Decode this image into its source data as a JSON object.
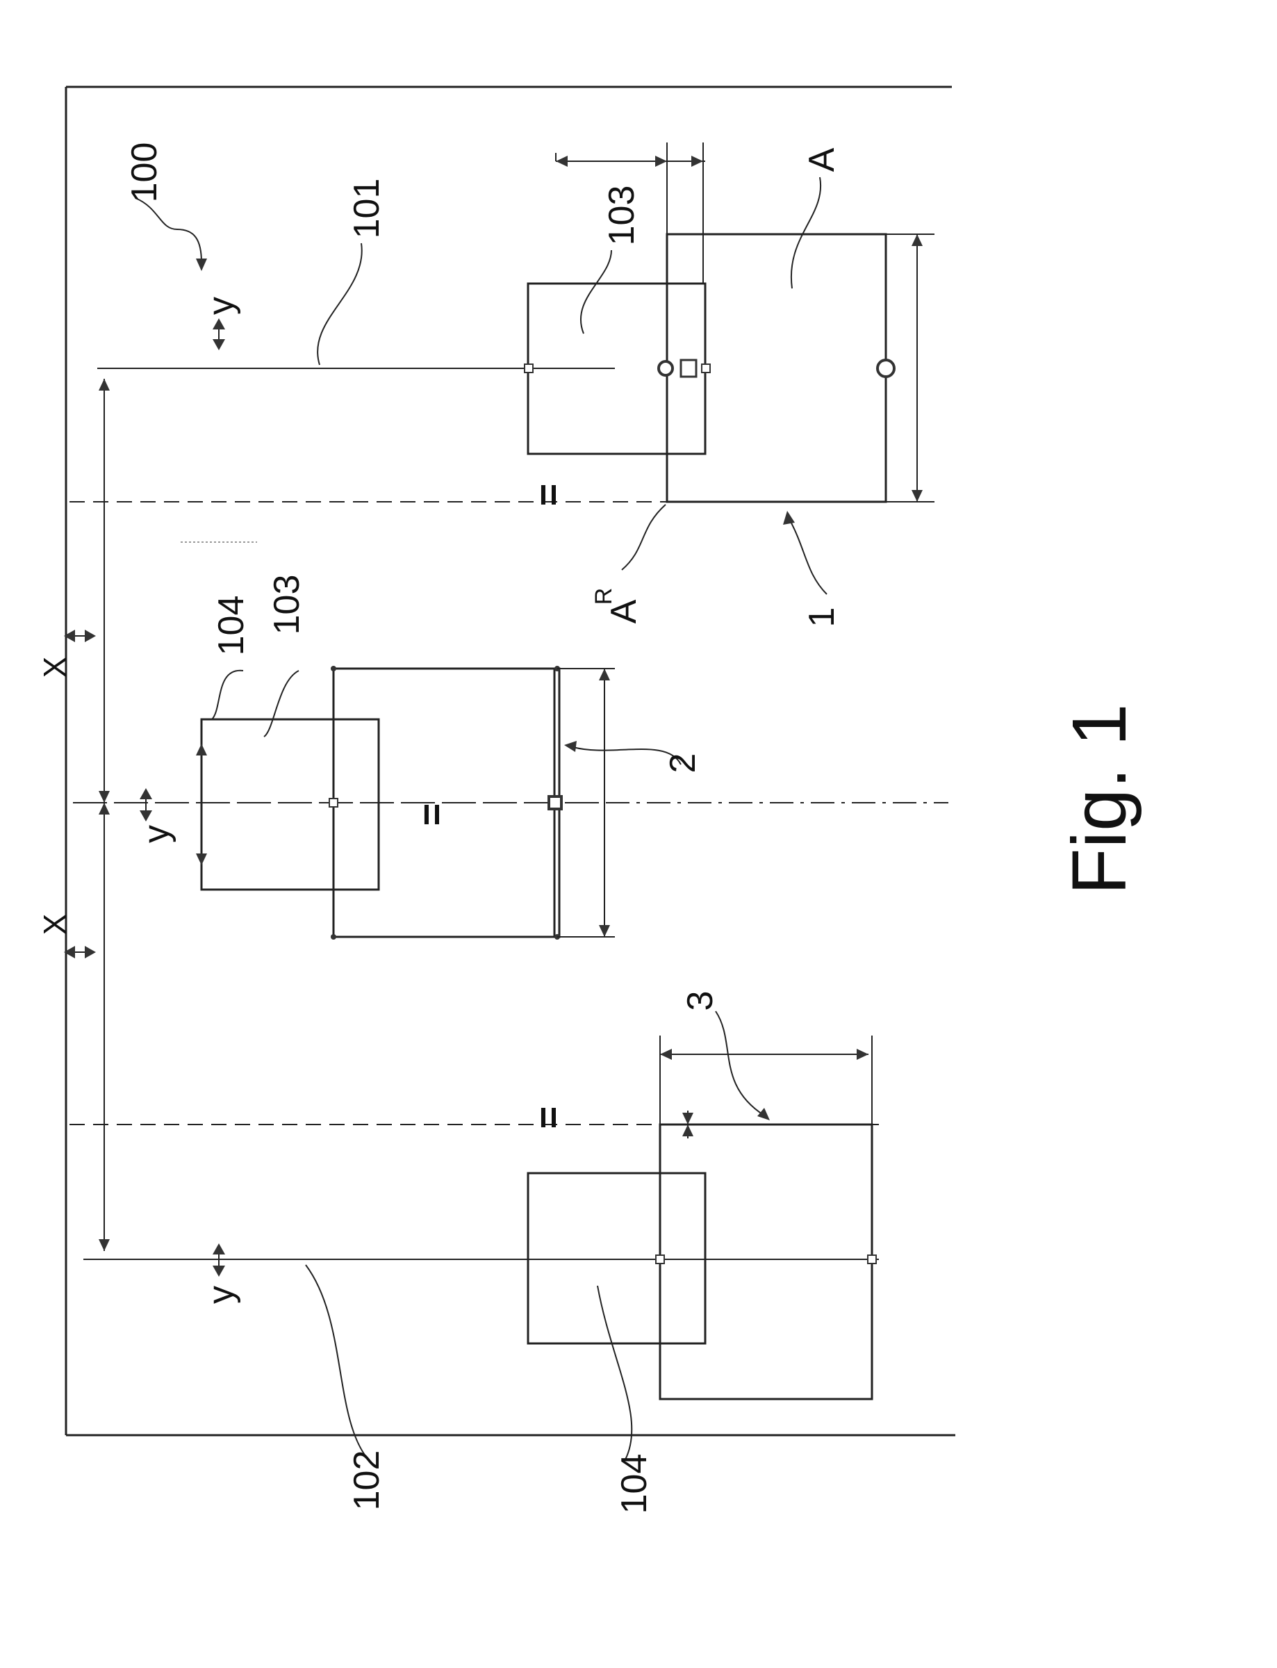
{
  "figure": {
    "caption": "Fig. 1",
    "labels": {
      "system": "100",
      "axis_top": "101",
      "axis_bottom": "102",
      "zone_103_right": "103",
      "zone_103_middle": "103",
      "zone_104_middle": "104",
      "zone_104_left": "104",
      "item_1": "1",
      "item_2": "2",
      "item_3": "3",
      "area_A": "A",
      "area_AR_base": "A",
      "area_AR_sup": "R",
      "dir_x_upper": "X",
      "dir_x_lower": "X",
      "dir_y_top": "y",
      "dir_y_middle": "y",
      "dir_y_bottom": "y",
      "equal_mark_1": "=",
      "equal_mark_2": "=",
      "equal_mark_3": "="
    }
  }
}
